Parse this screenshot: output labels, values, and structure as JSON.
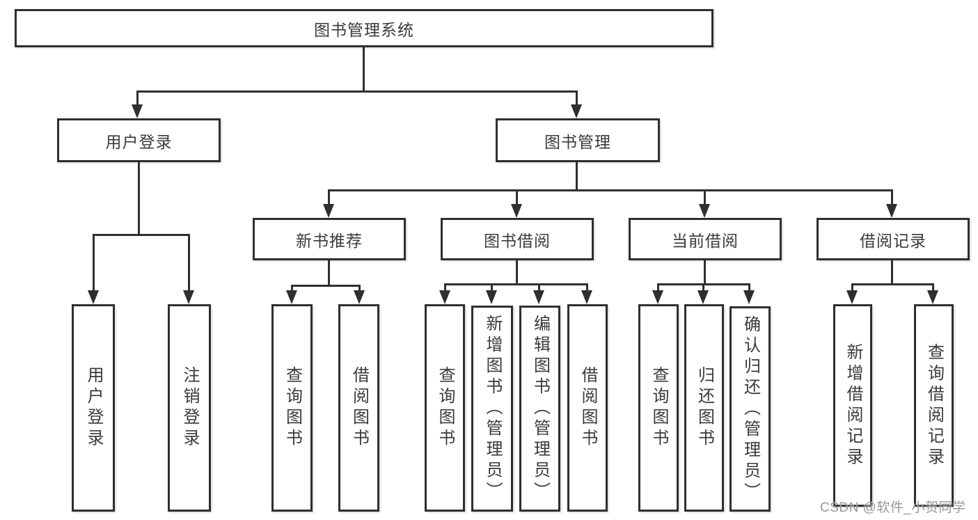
{
  "diagram": {
    "root": {
      "label": "图书管理系统"
    },
    "level2": {
      "user_login": {
        "label": "用户登录"
      },
      "book_management": {
        "label": "图书管理"
      }
    },
    "level3": {
      "new_book_recommend": {
        "label": "新书推荐"
      },
      "book_borrow": {
        "label": "图书借阅"
      },
      "current_borrow": {
        "label": "当前借阅"
      },
      "borrow_records": {
        "label": "借阅记录"
      }
    },
    "leaves": {
      "login_user_login": {
        "label": "用户登录"
      },
      "login_logout": {
        "label": "注销登录"
      },
      "recommend_query_book": {
        "label": "查询图书"
      },
      "recommend_borrow_book": {
        "label": "借阅图书"
      },
      "borrow_query_book": {
        "label": "查询图书"
      },
      "borrow_add_book": {
        "label": "新增图书（管理员）"
      },
      "borrow_edit_book": {
        "label": "编辑图书（管理员）"
      },
      "borrow_borrow_book": {
        "label": "借阅图书"
      },
      "current_query_book": {
        "label": "查询图书"
      },
      "current_return_book": {
        "label": "归还图书"
      },
      "current_confirm_return": {
        "label": "确认归还（管理员）"
      },
      "records_add_record": {
        "label": "新增借阅记录"
      },
      "records_query_record": {
        "label": "查询借阅记录"
      }
    }
  },
  "watermark": {
    "text": "CSDN @软件_小贺同学"
  },
  "colors": {
    "line": "#2f2f2f",
    "text": "#3a3a3a",
    "watermark": "#97979c",
    "bg": "#ffffff"
  }
}
